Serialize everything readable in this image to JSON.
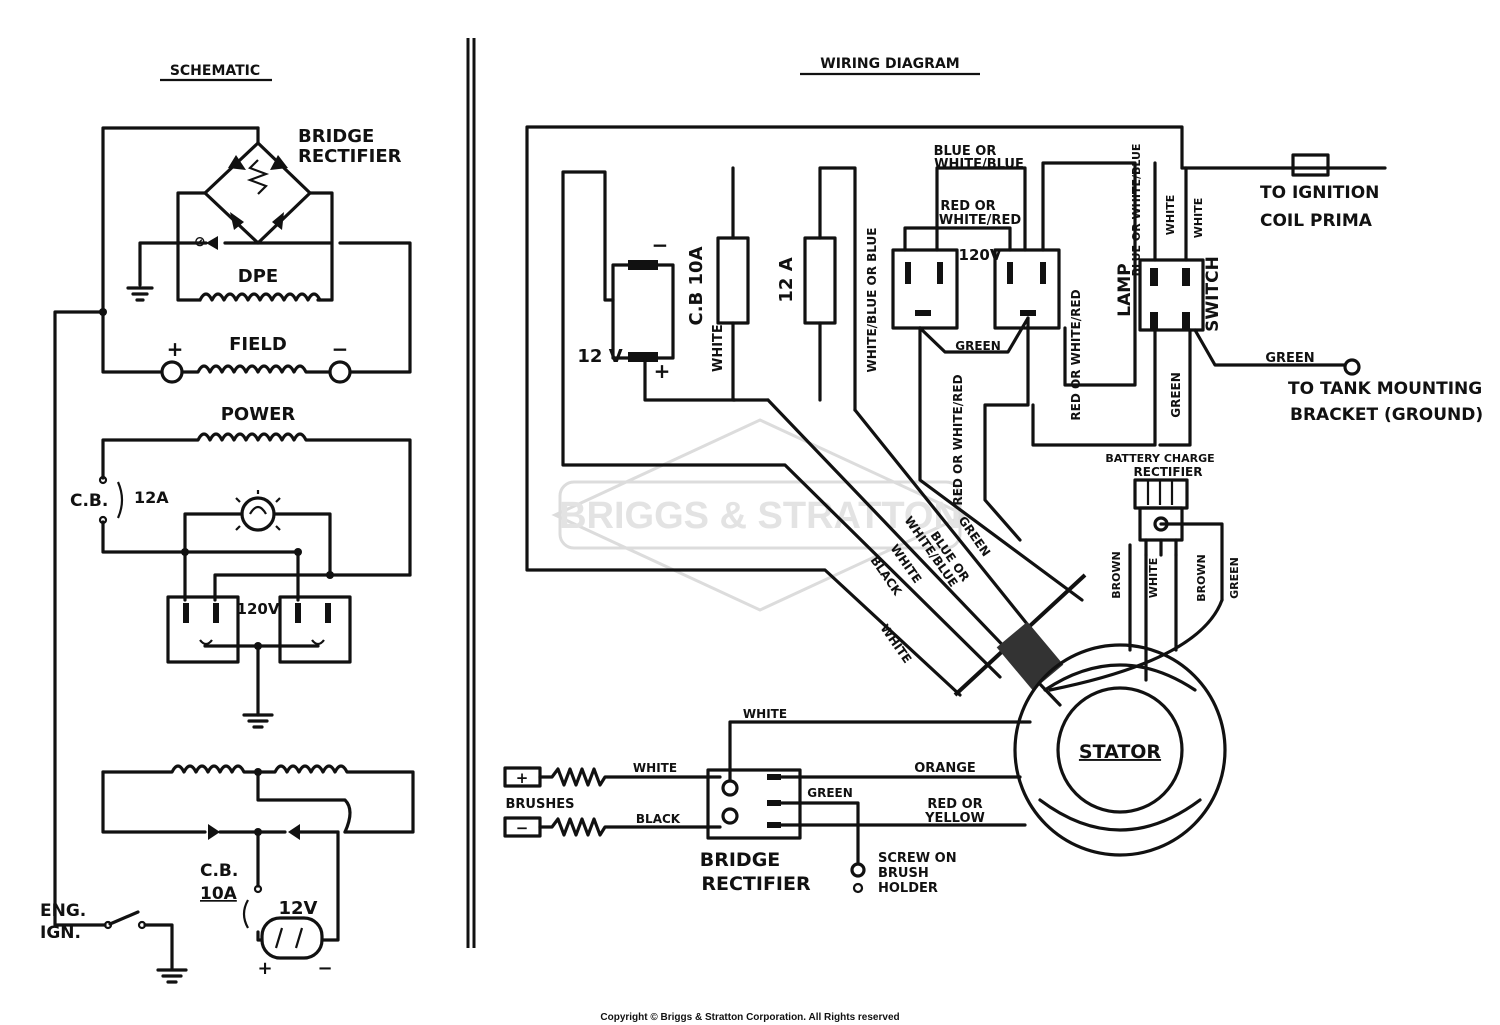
{
  "schematic": {
    "title": "SCHEMATIC",
    "bridge_rectifier": "BRIDGE",
    "bridge_rectifier_2": "RECTIFIER",
    "dpe": "DPE",
    "field": "FIELD",
    "field_plus": "+",
    "field_minus": "−",
    "power": "POWER",
    "cb": "C.B.",
    "cb_rating": "12A",
    "outlet_voltage": "120V",
    "cb_low": "C.B.",
    "cb_low_rating": "10A",
    "battery_voltage": "12V",
    "battery_plus": "+",
    "battery_minus": "−",
    "eng": "ENG.",
    "ign": "IGN."
  },
  "wiring": {
    "title": "WIRING DIAGRAM",
    "to_ignition": "TO IGNITION",
    "coil_primary": "COIL PRIMA",
    "blue_or_white_blue": "BLUE OR",
    "white_blue": "WHITE/BLUE",
    "red_or": "RED OR",
    "white_red": "WHITE/RED",
    "outlet_voltage": "120V",
    "green_top": "GREEN",
    "cb10a": "C.B 10A",
    "cb12a": "12 A",
    "battery_voltage": "12 V",
    "battery_minus": "−",
    "battery_plus": "+",
    "white_v": "WHITE",
    "white_blue_or_blue": "WHITE/BLUE OR BLUE",
    "red_or_white_red_v": "RED OR WHITE/RED",
    "red_or_white_red_v2": "RED OR WHITE/RED",
    "lamp": "LAMP",
    "switch": "SWITCH",
    "blue_or_white_blue_v": "BLUE OR WHITE/BLUE",
    "white_v2": "WHITE",
    "white_v3": "WHITE",
    "green_v": "GREEN",
    "green_ground": "GREEN",
    "to_tank": "TO TANK MOUNTING",
    "bracket_ground": "BRACKET (GROUND)",
    "battery_charge": "BATTERY CHARGE",
    "rectifier": "RECTIFIER",
    "harness_green": "GREEN",
    "harness_blue_or": "BLUE OR",
    "harness_white_blue": "WHITE/BLUE",
    "harness_white": "WHITE",
    "harness_black": "BLACK",
    "harness_white2": "WHITE",
    "brown1": "BROWN",
    "white_stator": "WHITE",
    "brown2": "BROWN",
    "green_stator": "GREEN",
    "stator": "STATOR",
    "white_top": "WHITE",
    "white_brush": "WHITE",
    "black_brush": "BLACK",
    "brushes": "BRUSHES",
    "brush_plus": "+",
    "brush_minus": "−",
    "orange": "ORANGE",
    "red_or_yellow": "RED OR",
    "yellow": "YELLOW",
    "green_br": "GREEN",
    "bridge_rectifier": "BRIDGE",
    "bridge_rectifier_2": "RECTIFIER",
    "screw_on": "SCREW ON",
    "brush": "BRUSH",
    "holder": "HOLDER"
  },
  "watermark": "BRIGGS & STRATTON",
  "copyright": "Copyright © Briggs & Stratton Corporation. All Rights reserved"
}
